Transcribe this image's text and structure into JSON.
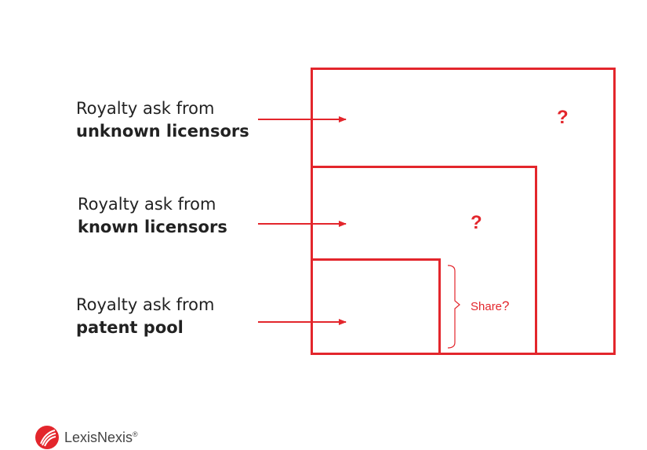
{
  "labels": {
    "unknown": {
      "line1": "Royalty ask from",
      "line2": "unknown licensors"
    },
    "known": {
      "line1": "Royalty ask from",
      "line2": "known licensors"
    },
    "pool": {
      "line1": "Royalty ask from",
      "line2": "patent pool"
    }
  },
  "marks": {
    "outer_q": "?",
    "middle_q": "?",
    "share_text": "Share",
    "share_q": "?"
  },
  "brand": {
    "name": "LexisNexis",
    "symbol": "®",
    "logo": "lexisnexis-logo-icon"
  },
  "colors": {
    "accent": "#e3262c",
    "text": "#222222"
  }
}
